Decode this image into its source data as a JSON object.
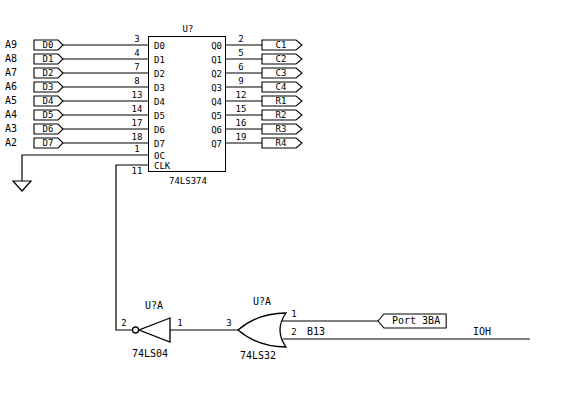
{
  "diagram": {
    "nodes": [
      {
        "text": [
          "U?",
          "D0",
          "D1",
          "D2",
          "D3",
          "D4",
          "D5",
          "D6",
          "D7",
          "Q0",
          "Q1",
          "Q2",
          "Q3",
          "Q4",
          "Q5",
          "Q6",
          "Q7",
          "OC",
          "CLK",
          "74LS374"
        ]
      },
      {
        "text": [
          "U?A",
          "74LS04"
        ]
      },
      {
        "text": [
          "U?A",
          "74LS32"
        ]
      }
    ],
    "edges": [
      {
        "from": 2,
        "to": 1,
        "arrow": "none"
      },
      {
        "from": 1,
        "to": 0,
        "arrow": "none"
      }
    ],
    "labels": [
      "A9",
      "A8",
      "A7",
      "A6",
      "A5",
      "A4",
      "A3",
      "A2",
      "D0",
      "D1",
      "D2",
      "D3",
      "D4",
      "D5",
      "D6",
      "D7",
      "3",
      "4",
      "7",
      "8",
      "13",
      "14",
      "17",
      "18",
      "2",
      "5",
      "6",
      "9",
      "12",
      "15",
      "16",
      "19",
      "C1",
      "C2",
      "C3",
      "C4",
      "R1",
      "R2",
      "R3",
      "R4",
      "1",
      "11",
      "2",
      "1",
      "3",
      "1",
      "2",
      "Port 3BA",
      "B13",
      "IOH"
    ]
  }
}
